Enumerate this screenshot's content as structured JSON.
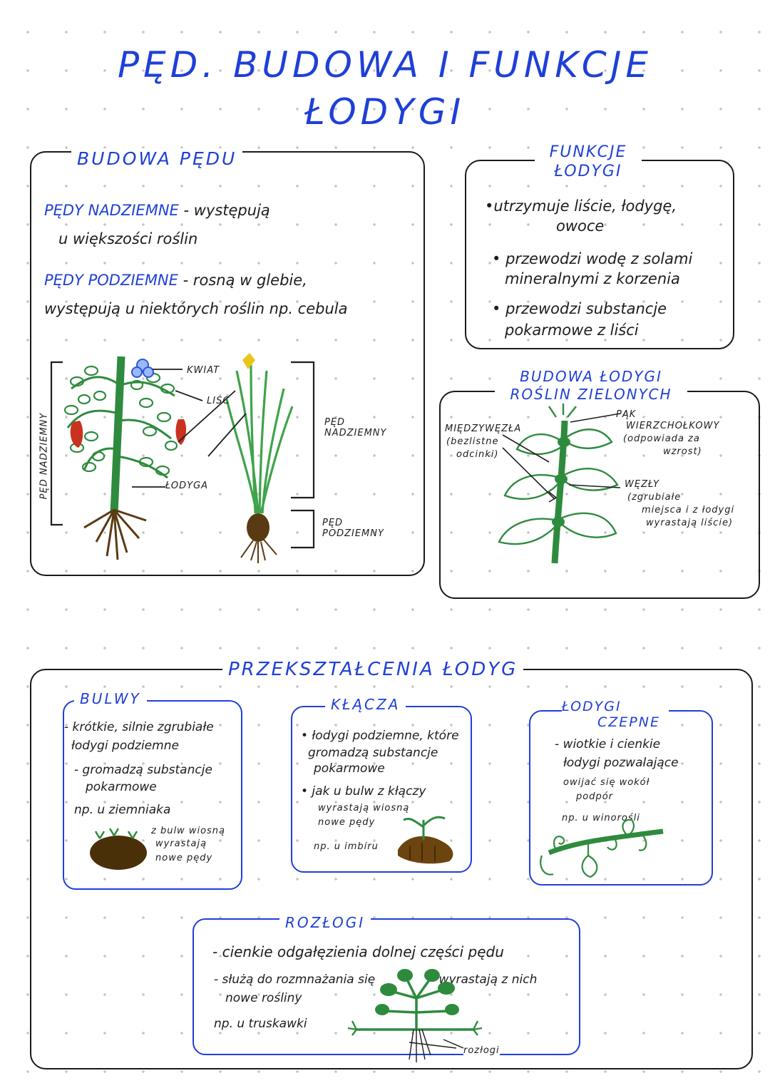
{
  "title": {
    "line1": "PĘD. BUDOWA I FUNKCJE",
    "line2": "ŁODYGI"
  },
  "budowa_pedu": {
    "heading": "BUDOWA PĘDU",
    "line1_term": "PĘDY NADZIEMNE",
    "line1_rest": "- występują",
    "line2": "u większości roślin",
    "line3_term": "PĘDY PODZIEMNE",
    "line3_rest": "- rosną w glebie,",
    "line4": "występują u niektórych roślin np. cebula",
    "labels": {
      "kwiat": "KWIAT",
      "lisc": "LIŚĆ",
      "lodyga": "ŁODYGA",
      "ped_nadziemny_side": "PĘD NADZIEMNY",
      "ped_nadziemny": "PĘD NADZIEMNY",
      "ped_podziemny": "PĘD PODZIEMNY"
    }
  },
  "funkcje": {
    "heading1": "FUNKCJE",
    "heading2": "ŁODYGI",
    "item1_a": "•utrzymuje liście, łodygę,",
    "item1_b": "owoce",
    "item2_a": "przewodzi wodę z solami",
    "item2_b": "mineralnymi z korzenia",
    "item3_a": "przewodzi substancje",
    "item3_b": "pokarmowe z liści"
  },
  "budowa_lodygi": {
    "heading1": "BUDOWA ŁODYGI",
    "heading2": "ROŚLIN ZIELONYCH",
    "miedzywezla": "MIĘDZYWĘZŁA",
    "miedzywezla_note1": "(bezlistne",
    "miedzywezla_note2": "odcinki)",
    "pak1": "PĄK",
    "pak2": "WIERZCHOŁKOWY",
    "pak3": "(odpowiada za",
    "pak4": "wzrost)",
    "wezly": "WĘZŁY",
    "wezly1": "(zgrubiałe",
    "wezly2": "miejsca i z łodygi",
    "wezly3": "wyrastają liście)"
  },
  "przeksztalcenia": {
    "heading": "PRZEKSZTAŁCENIA ŁODYG",
    "bulwy": {
      "heading": "BULWY",
      "l1": "- krótkie, silnie zgrubiałe",
      "l2": "łodygi podziemne",
      "l3": "- gromadzą substancje",
      "l4": "pokarmowe",
      "l5": "np. u ziemniaka",
      "n1": "z bulw wiosną",
      "n2": "wyrastają",
      "n3": "nowe pędy"
    },
    "klacza": {
      "heading": "KŁĄCZA",
      "l1": "• łodygi podziemne, które",
      "l2": "gromadzą substancje",
      "l3": "pokarmowe",
      "l4": "• jak u bulw z kłączy",
      "l5": "wyrastają wiosną",
      "l6": "nowe pędy",
      "l7": "np. u imbiru"
    },
    "czepne": {
      "heading1": "ŁODYGI",
      "heading2": "CZEPNE",
      "l1": "- wiotkie i cienkie",
      "l2": "łodygi pozwalające",
      "l3": "owijać się wokół",
      "l4": "podpór",
      "l5": "np. u winorośli"
    },
    "rozlogi": {
      "heading": "ROZŁOGI",
      "l1": "- cienkie odgałęzienia dolnej części pędu",
      "l2": "- służą do rozmnażania się",
      "l2b": "- wyrastają z nich",
      "l3": "nowe rośliny",
      "l4": "np. u truskawki",
      "label": "rozłogi"
    }
  },
  "colors": {
    "blue": "#1f40d6",
    "green": "#2e8b3e",
    "brown": "#5a3a12",
    "red": "#c8321e",
    "yellow": "#e8c51a"
  }
}
